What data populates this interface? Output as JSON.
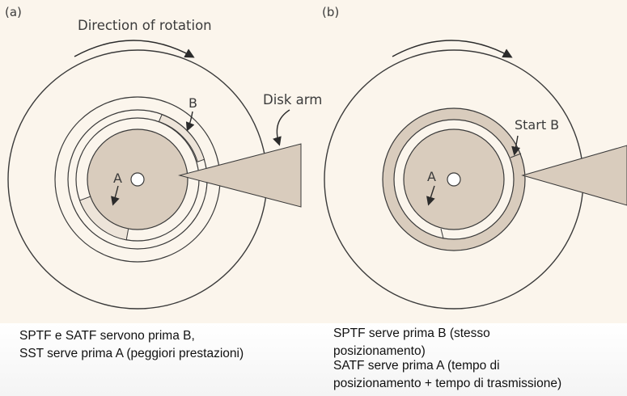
{
  "panel_a": {
    "tag": "(a)",
    "direction_label": "Direction of rotation",
    "label_b": "B",
    "label_a": "A",
    "disk_arm_label": "Disk arm"
  },
  "panel_b": {
    "tag": "(b)",
    "start_b_label": "Start B",
    "label_a": "A"
  },
  "caption_a": {
    "line1": "SPTF e SATF servono prima B,",
    "line2": "SST serve prima A (peggiori prestazioni)"
  },
  "caption_b": {
    "line1": "SPTF serve prima B (stesso",
    "line2": "posizionamento)",
    "line3": "SATF serve prima A (tempo di",
    "line4": "posizionamento + tempo di trasmissione)"
  },
  "colors": {
    "background": "#fbf5ec",
    "line": "#3a3a3a",
    "track_fill": "#d9ccbd",
    "sector_fill": "#ede4d9",
    "arm_fill": "#d9ccbd"
  }
}
